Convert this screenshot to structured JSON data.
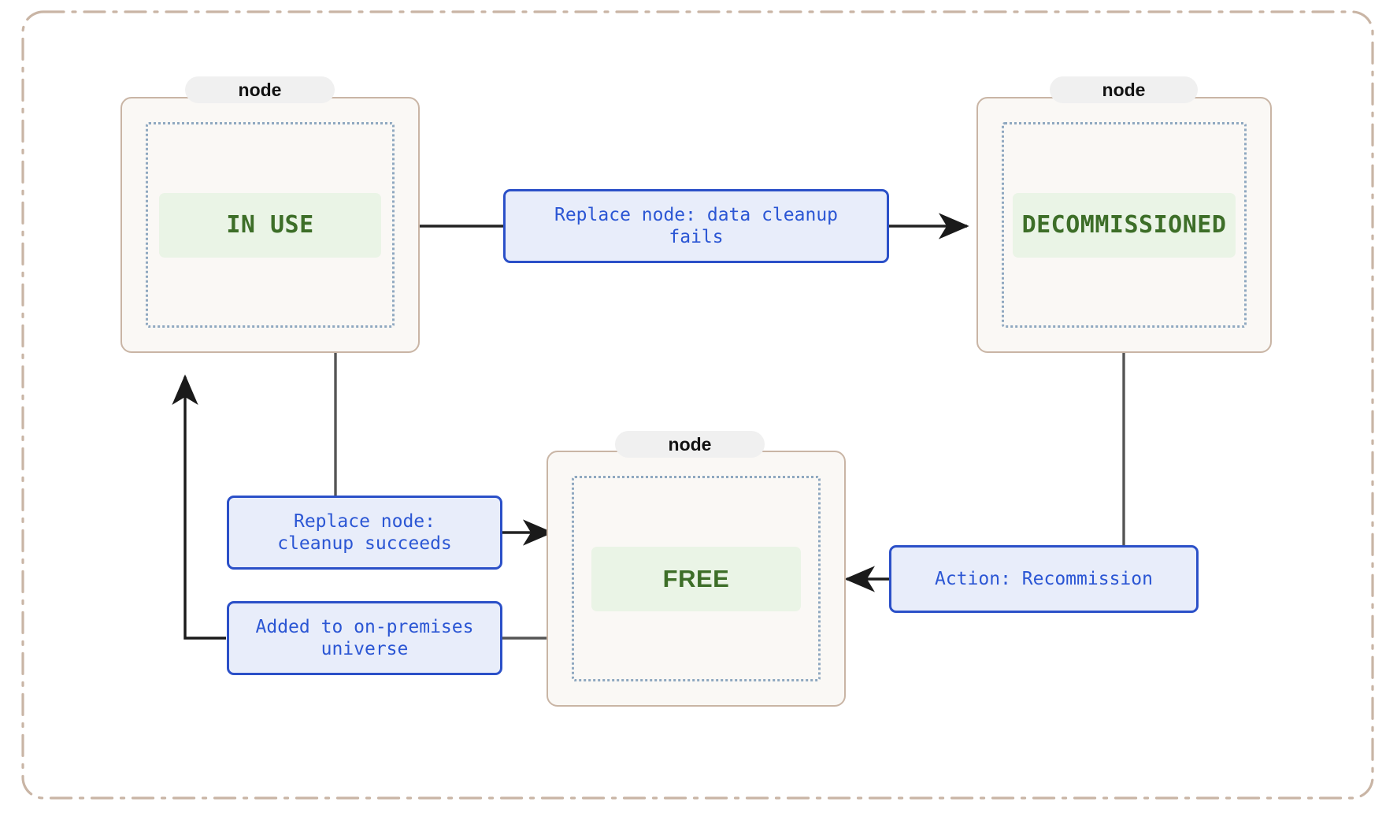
{
  "diagram": {
    "type": "state-diagram",
    "frame": {
      "name": "outer-boundary",
      "border_style": "dash-dot",
      "border_color": "#c9b5a5"
    },
    "colors": {
      "frame_border": "#c9b5a5",
      "node_background": "#faf8f5",
      "node_border": "#c9b5a5",
      "node_inner_border": "#8fa8c0",
      "state_chip_background": "#eaf4e6",
      "state_chip_text": "#3d6e28",
      "edge_label_background": "#e8edfa",
      "edge_label_border": "#2b50c8",
      "edge_label_text": "#2b56d4",
      "badge_background": "#f0f0f0",
      "badge_text": "#111111",
      "connector": "#333333"
    },
    "nodes": [
      {
        "id": "in-use",
        "badge": "node",
        "state": "IN USE"
      },
      {
        "id": "decommissioned",
        "badge": "node",
        "state": "DECOMMISSIONED"
      },
      {
        "id": "free",
        "badge": "node",
        "state": "FREE"
      }
    ],
    "edges": [
      {
        "id": "in-use-to-decommissioned",
        "from": "IN USE",
        "to": "DECOMMISSIONED",
        "label": "Replace node: data cleanup\nfails"
      },
      {
        "id": "in-use-to-free",
        "from": "IN USE",
        "to": "FREE",
        "label": "Replace node:\ncleanup succeeds"
      },
      {
        "id": "free-to-in-use",
        "from": "FREE",
        "to": "IN USE",
        "label": "Added to on-premises\nuniverse"
      },
      {
        "id": "decommissioned-to-free",
        "from": "DECOMMISSIONED",
        "to": "FREE",
        "label": "Action: Recommission"
      }
    ]
  }
}
